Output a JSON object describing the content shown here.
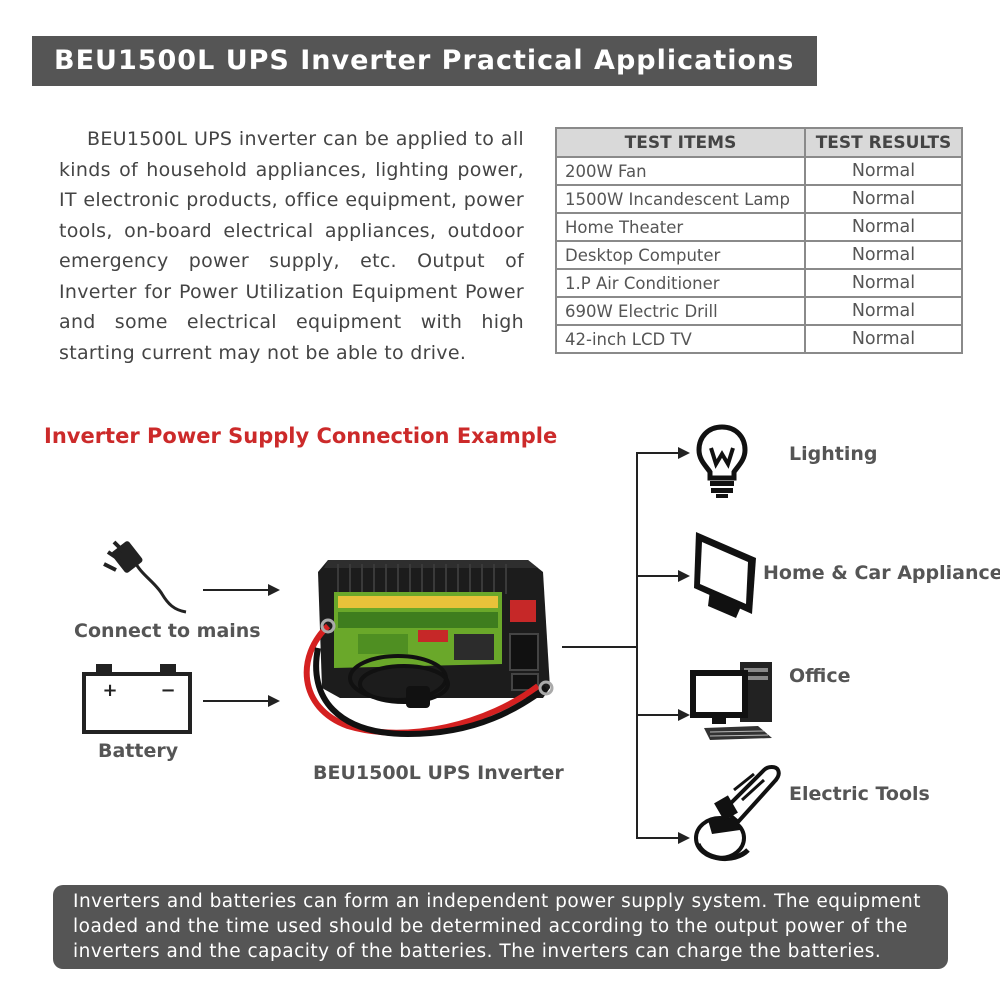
{
  "header": {
    "title": "BEU1500L UPS Inverter Practical Applications"
  },
  "intro": {
    "paragraph": "BEU1500L UPS inverter can be applied to all kinds of household appliances, lighting power, IT electronic products, office equipment, power tools, on-board electrical appliances, outdoor emergency power supply, etc. Output of Inverter for Power Utilization Equipment Power and some electrical equipment with high starting current may not be able to drive."
  },
  "test_table": {
    "headers": [
      "TEST ITEMS",
      "TEST RESULTS"
    ],
    "rows": [
      {
        "item": "200W Fan",
        "result": "Normal"
      },
      {
        "item": "1500W Incandescent Lamp",
        "result": "Normal"
      },
      {
        "item": "Home Theater",
        "result": "Normal"
      },
      {
        "item": "Desktop Computer",
        "result": "Normal"
      },
      {
        "item": "1.P Air Conditioner",
        "result": "Normal"
      },
      {
        "item": "690W Electric Drill",
        "result": "Normal"
      },
      {
        "item": "42-inch LCD TV",
        "result": "Normal"
      }
    ]
  },
  "connection": {
    "title": "Inverter Power Supply Connection Example",
    "inputs": [
      {
        "label": "Connect to mains",
        "icon": "power-plug-icon"
      },
      {
        "label": "Battery",
        "icon": "battery-icon",
        "plus": "+",
        "minus": "−"
      }
    ],
    "device_label": "BEU1500L UPS Inverter",
    "outputs": [
      {
        "label": "Lighting",
        "icon": "light-bulb-icon"
      },
      {
        "label": "Home & Car Appliances",
        "icon": "monitor-icon"
      },
      {
        "label": "Office",
        "icon": "desktop-computer-icon"
      },
      {
        "label": "Electric Tools",
        "icon": "angle-grinder-icon"
      }
    ]
  },
  "footer": {
    "note": "Inverters and batteries can form an independent power supply system. The equipment loaded and the time used should be determined according to the output power of the inverters and the capacity of the batteries. The inverters can charge the batteries."
  },
  "colors": {
    "banner": "#555555",
    "section_title": "#cc2a2a",
    "table_header": "#d9d9d9",
    "cable_red": "#d42020"
  }
}
